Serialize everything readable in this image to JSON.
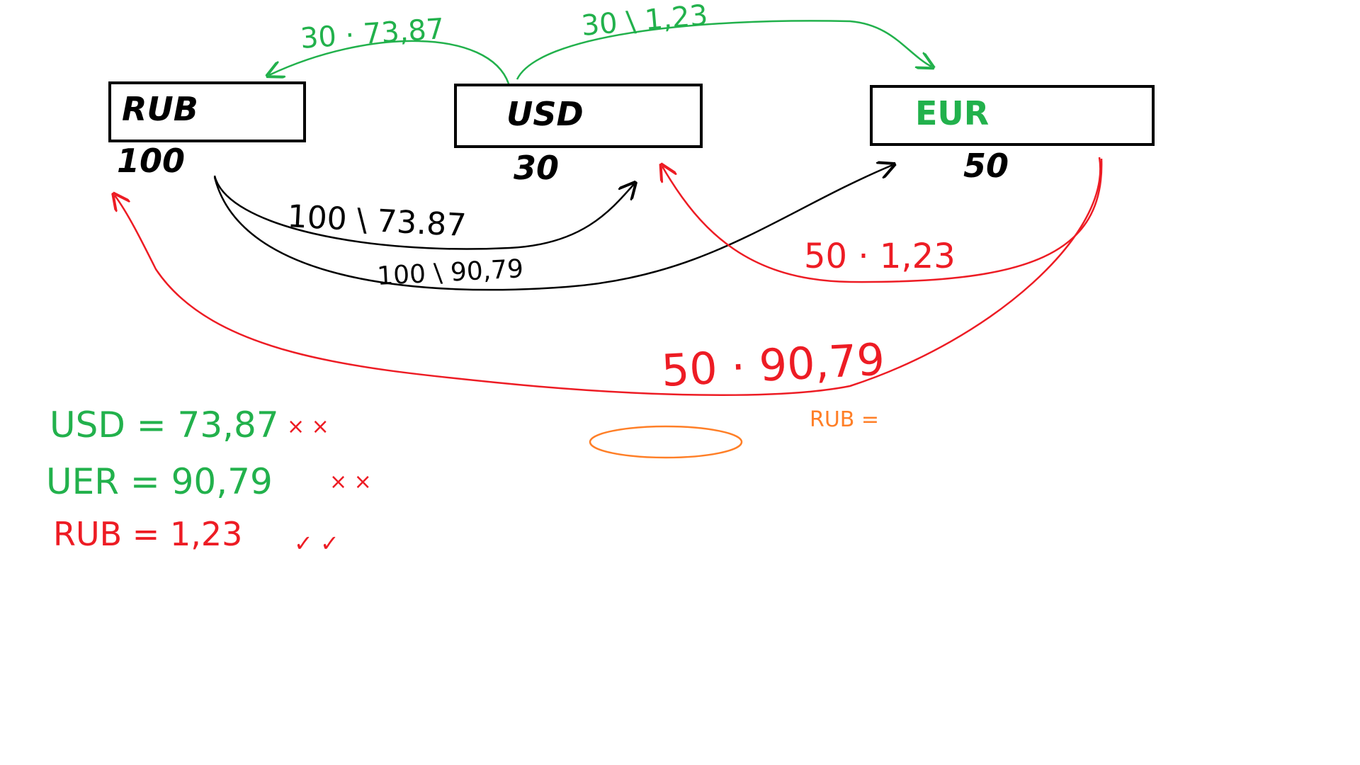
{
  "colors": {
    "black": "#000000",
    "green": "#22b14c",
    "red": "#ed1c24",
    "orange": "#ff7f27"
  },
  "boxes": {
    "rub": {
      "label": "RUB",
      "amount": "100"
    },
    "usd": {
      "label": "USD",
      "amount": "30"
    },
    "eur": {
      "label": "EUR",
      "amount": "50"
    }
  },
  "arrows": {
    "usd_to_rub": "30 · 73,87",
    "usd_to_eur": "30 \\ 1,23",
    "rub_to_usd": "100 \\ 73.87",
    "rub_to_eur": "100 \\ 90,79",
    "eur_to_usd": "50 · 1,23",
    "eur_to_rub": "50 · 90,79"
  },
  "rates": [
    {
      "text": "USD = 73,87",
      "marks": "× ×"
    },
    {
      "text": "UER = 90,79",
      "marks": "× ×"
    },
    {
      "text": "RUB = 1,23",
      "marks": "✓ ✓"
    }
  ],
  "note": "RUB ="
}
